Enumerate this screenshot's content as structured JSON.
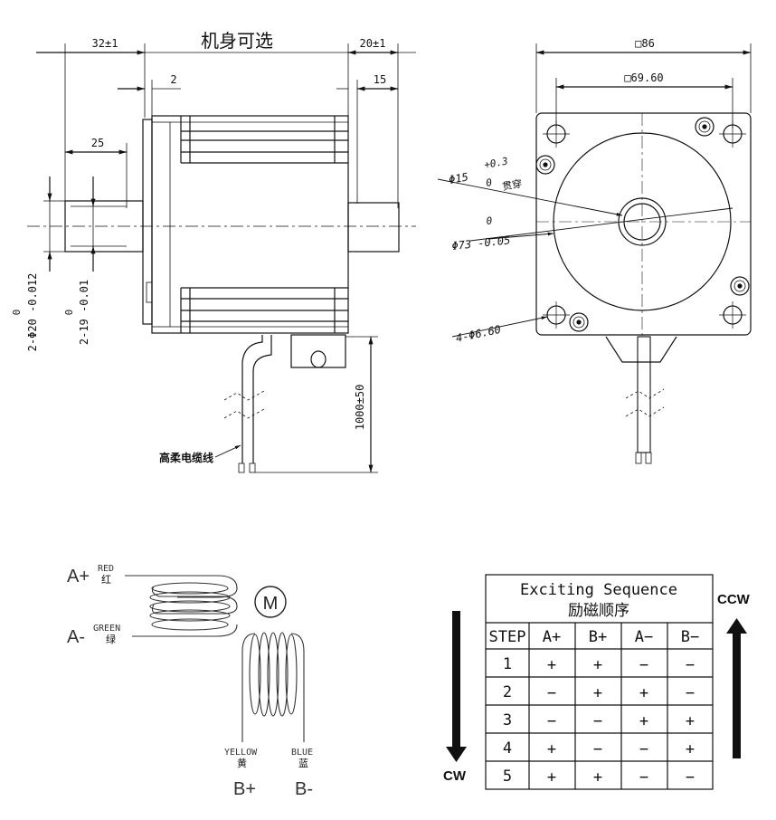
{
  "side_view": {
    "title": "机身可选",
    "dim_front_shaft": "32±1",
    "dim_flange": "2",
    "dim_key": "25",
    "dim_rear_shaft": "20±1",
    "dim_rear_key": "15",
    "dim_shaft_dia_1": "2-Φ20 -0.012",
    "dim_shaft_dia_1_upper": "0",
    "dim_shaft_dia_2": "2-19 -0.01",
    "dim_shaft_dia_2_upper": "0",
    "dim_cable_length": "1000±50",
    "cable_label": "高柔电缆线"
  },
  "front_view": {
    "dim_square": "□86",
    "dim_hole_pitch": "□69.60",
    "dim_bore_upper": "+0.3",
    "dim_bore": "Φ15",
    "dim_bore_lower": "0",
    "dim_bore_note": "贯穿",
    "dim_boss_upper": "0",
    "dim_boss": "Φ73 -0.05",
    "dim_holes": "4-Φ6.60"
  },
  "wiring": {
    "motor_symbol": "M",
    "a_plus": "A+",
    "a_plus_color_en": "RED",
    "a_plus_color_cn": "红",
    "a_minus": "A-",
    "a_minus_color_en": "GREEN",
    "a_minus_color_cn": "绿",
    "b_plus": "B+",
    "b_plus_color_en": "YELLOW",
    "b_plus_color_cn": "黄",
    "b_minus": "B-",
    "b_minus_color_en": "BLUE",
    "b_minus_color_cn": "蓝"
  },
  "sequence_table": {
    "title_en": "Exciting Sequence",
    "title_cn": "励磁顺序",
    "headers": [
      "STEP",
      "A+",
      "B+",
      "A−",
      "B−"
    ],
    "rows": [
      [
        "1",
        "+",
        "+",
        "−",
        "−"
      ],
      [
        "2",
        "−",
        "+",
        "+",
        "−"
      ],
      [
        "3",
        "−",
        "−",
        "+",
        "+"
      ],
      [
        "4",
        "+",
        "−",
        "−",
        "+"
      ],
      [
        "5",
        "+",
        "+",
        "−",
        "−"
      ]
    ],
    "cw_label": "CW",
    "ccw_label": "CCW"
  }
}
